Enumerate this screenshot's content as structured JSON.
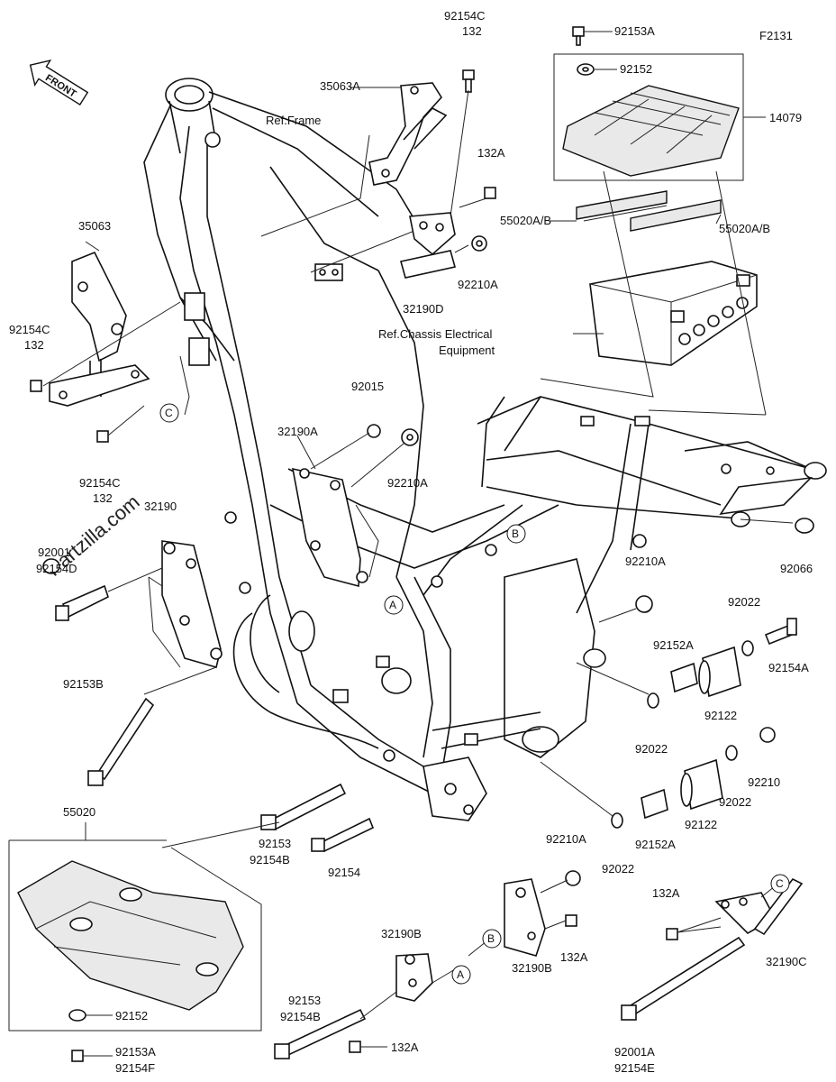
{
  "figure_id": "F2131",
  "front_label": "FRONT",
  "watermark": "Partzilla.com",
  "refs": {
    "frame": "Ref.Frame",
    "electrical_line1": "Ref.Chassis Electrical",
    "electrical_line2": "Equipment"
  },
  "callouts": [
    "A",
    "B",
    "C"
  ],
  "parts": {
    "p92154C_top": "92154C",
    "p132_top": "132",
    "p35063A": "35063A",
    "p92153A_top": "92153A",
    "p92152_top": "92152",
    "p14079": "14079",
    "p132A_top": "132A",
    "p55020AB_left": "55020A/B",
    "p55020AB_right": "55020A/B",
    "p92210A_top": "92210A",
    "p32190D": "32190D",
    "p35063": "35063",
    "p92154C_left": "92154C",
    "p132_left": "132",
    "p92015": "92015",
    "p32190A": "32190A",
    "p92210A_mid": "92210A",
    "p92154C_mid": "92154C",
    "p132_mid": "132",
    "p32190": "32190",
    "p9200x": "92001",
    "p92154D": "92154D",
    "p92066": "92066",
    "p92210A_right": "92210A",
    "p92022_a": "92022",
    "p92154A": "92154A",
    "p92152A_a": "92152A",
    "p92153B": "92153B",
    "p92122_a": "92122",
    "p92022_b": "92022",
    "p92210": "92210",
    "p92022_c": "92022",
    "p92122_b": "92122",
    "p55020": "55020",
    "p92153_mid": "92153",
    "p92154B_mid": "92154B",
    "p92154": "92154",
    "p92210A_low": "92210A",
    "p92022_d": "92022",
    "p92152A_b": "92152A",
    "p132A_mid": "132A",
    "p132A_right": "132A",
    "p32190B_a": "32190B",
    "p32190B_b": "32190B",
    "p32190C": "32190C",
    "p92153_low": "92153",
    "p92154B_low": "92154B",
    "p132A_low": "132A",
    "p92152_low": "92152",
    "p92153A_low": "92153A",
    "p92154F": "92154F",
    "p92001A": "92001A",
    "p92154E": "92154E"
  }
}
